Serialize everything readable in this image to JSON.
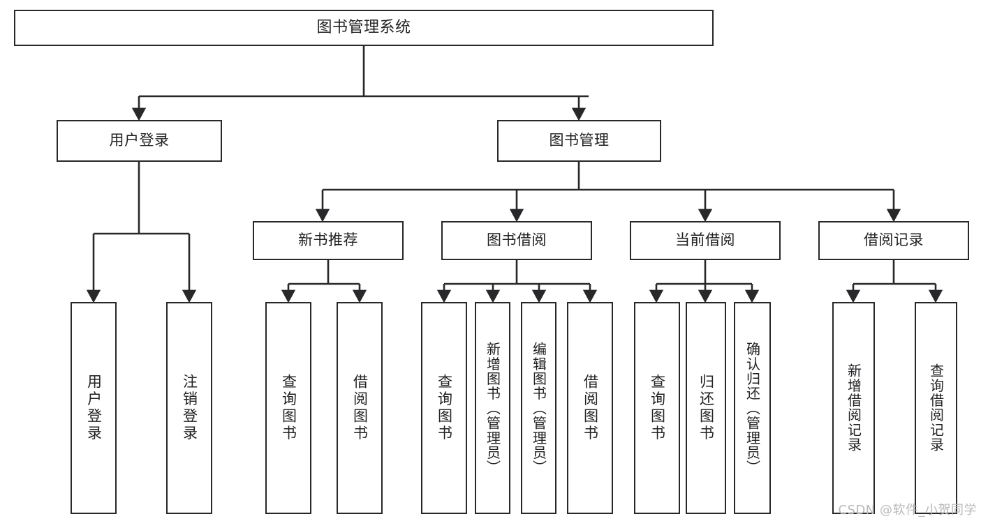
{
  "diagram": {
    "title": "图书管理系统",
    "type": "hierarchy-tree",
    "watermark": "CSDN @软件_小贺同学",
    "colors": {
      "stroke": "#28282b",
      "fill": "#ffffff",
      "text": "#222225",
      "watermark": "#b9b9bb"
    },
    "levels": {
      "root": {
        "label": "图书管理系统"
      },
      "level2": [
        {
          "id": "user-login",
          "label": "用户登录"
        },
        {
          "id": "book-manage",
          "label": "图书管理"
        }
      ],
      "level3": [
        {
          "id": "new-book-recommend",
          "label": "新书推荐"
        },
        {
          "id": "book-borrow",
          "label": "图书借阅"
        },
        {
          "id": "current-borrow",
          "label": "当前借阅"
        },
        {
          "id": "borrow-record",
          "label": "借阅记录"
        }
      ],
      "level4": [
        {
          "id": "leaf-user-login",
          "label": "用户登录",
          "parent": "user-login"
        },
        {
          "id": "leaf-logout-login",
          "label": "注销登录",
          "parent": "user-login"
        },
        {
          "id": "leaf-query-book-1",
          "label": "查询图书",
          "parent": "new-book-recommend"
        },
        {
          "id": "leaf-borrow-book-1",
          "label": "借阅图书",
          "parent": "new-book-recommend"
        },
        {
          "id": "leaf-query-book-2",
          "label": "查询图书",
          "parent": "book-borrow"
        },
        {
          "id": "leaf-add-book-admin",
          "label": "新增图书（管理员）",
          "parent": "book-borrow"
        },
        {
          "id": "leaf-edit-book-admin",
          "label": "编辑图书（管理员）",
          "parent": "book-borrow"
        },
        {
          "id": "leaf-borrow-book-2",
          "label": "借阅图书",
          "parent": "book-borrow"
        },
        {
          "id": "leaf-query-book-3",
          "label": "查询图书",
          "parent": "current-borrow"
        },
        {
          "id": "leaf-return-book",
          "label": "归还图书",
          "parent": "current-borrow"
        },
        {
          "id": "leaf-confirm-return-admin",
          "label": "确认归还（管理员）",
          "parent": "current-borrow"
        },
        {
          "id": "leaf-add-record",
          "label": "新增借阅记录",
          "parent": "borrow-record"
        },
        {
          "id": "leaf-query-record",
          "label": "查询借阅记录",
          "parent": "borrow-record"
        }
      ]
    }
  }
}
